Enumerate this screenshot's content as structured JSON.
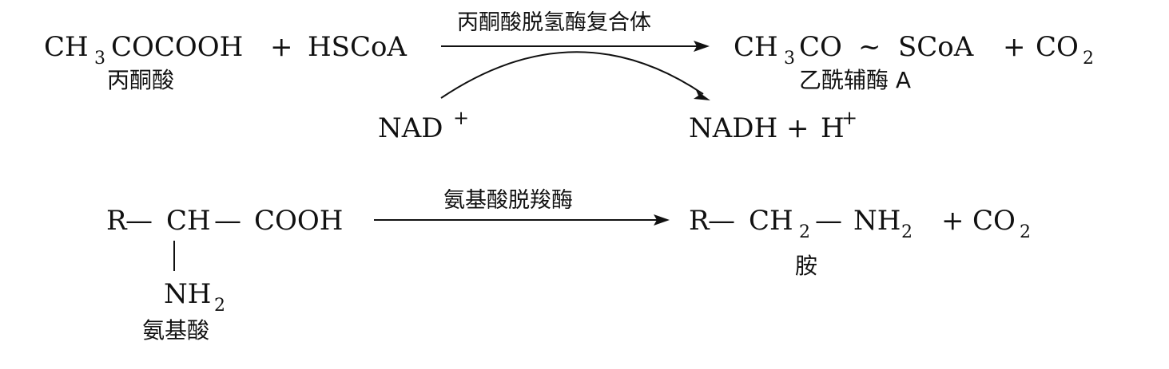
{
  "reaction1": {
    "reactant_main": "CH",
    "reactant_sub": "3",
    "reactant_rest": "COCOOH",
    "plus1": "+",
    "reactant2": "HSCoA",
    "reactant_name": "丙酮酸",
    "enzyme": "丙酮酸脱氢酶复合体",
    "product_main": "CH",
    "product_sub": "3",
    "product_rest": "CO",
    "product_tilde": "~",
    "product_scoa": "SCoA",
    "plus2": "+",
    "co2_main": "CO",
    "co2_sub": "2",
    "product_name": "乙酰辅酶 A",
    "cofactor_in_main": "NAD",
    "cofactor_in_sup": "+",
    "cofactor_out_main": "NADH",
    "cofactor_out_plus": "+",
    "cofactor_out_h": "H",
    "cofactor_out_sup": "+"
  },
  "reaction2": {
    "r_group": "R",
    "bond1": "—",
    "ch": "CH",
    "bond2": "—",
    "cooh": "COOH",
    "nh2_main": "NH",
    "nh2_sub": "2",
    "reactant_name": "氨基酸",
    "enzyme": "氨基酸脱羧酶",
    "p_r": "R",
    "p_bond1": "—",
    "p_ch": "CH",
    "p_ch_sub": "2",
    "p_bond2": "—",
    "p_nh": "NH",
    "p_nh_sub": "2",
    "plus": "+",
    "co2_main": "CO",
    "co2_sub": "2",
    "product_name": "胺"
  }
}
